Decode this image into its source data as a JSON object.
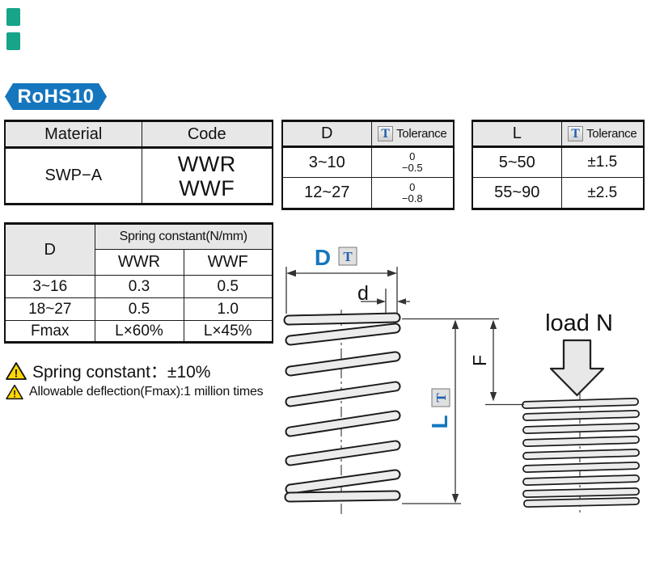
{
  "badge": {
    "label": "RoHS10"
  },
  "material_table": {
    "headers": {
      "material": "Material",
      "code": "Code"
    },
    "row": {
      "material": "SWP−A",
      "code_line1": "WWR",
      "code_line2": "WWF"
    }
  },
  "d_tolerance_table": {
    "header_dim": "D",
    "header_tolerance": "Tolerance",
    "tolerance_icon_letter": "T",
    "rows": [
      {
        "range": "3~10",
        "tol_upper": "0",
        "tol_lower": "−0.5"
      },
      {
        "range": "12~27",
        "tol_upper": "0",
        "tol_lower": "−0.8"
      }
    ]
  },
  "l_tolerance_table": {
    "header_dim": "L",
    "header_tolerance": "Tolerance",
    "tolerance_icon_letter": "T",
    "rows": [
      {
        "range": "5~50",
        "tolerance": "±1.5"
      },
      {
        "range": "55~90",
        "tolerance": "±2.5"
      }
    ]
  },
  "spring_constant_table": {
    "header_dim": "D",
    "header_group": "Spring constant(N/mm)",
    "header_col1": "WWR",
    "header_col2": "WWF",
    "rows": [
      {
        "d": "3~16",
        "wwr": "0.3",
        "wwf": "0.5"
      },
      {
        "d": "18~27",
        "wwr": "0.5",
        "wwf": "1.0"
      },
      {
        "d": "Fmax",
        "wwr": "L×60%",
        "wwf": "L×45%"
      }
    ]
  },
  "notes": {
    "note1": "Spring constant：±10%",
    "note2": "Allowable deflection(Fmax):1 million times"
  },
  "diagram": {
    "label_d": "D",
    "label_d_tol": "T",
    "label_wire": "d",
    "label_l": "L",
    "label_l_tol": "T",
    "label_f": "F",
    "label_load": "load N"
  },
  "colors": {
    "accent_blue": "#1576be",
    "tolerance_letter_blue": "#1e5fb0",
    "header_gray": "#e7e7e7",
    "warning_yellow": "#ffd800",
    "corner_mark_green": "#17a489",
    "coil_fill_gray": "#ececec"
  }
}
